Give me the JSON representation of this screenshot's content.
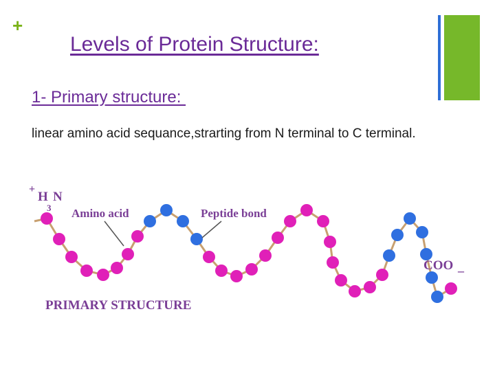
{
  "slide": {
    "title": "Levels of Protein Structure:",
    "subtitle": "1- Primary structure: ",
    "body": "linear amino acid sequance,strarting from N terminal to C terminal.",
    "plus_symbol": "+",
    "colors": {
      "title": "#6a2a97",
      "accent_green": "#76b82a",
      "accent_blue": "#2f6fd6"
    }
  },
  "diagram": {
    "n_terminus": {
      "charge": "+",
      "main": "H",
      "subscript": "3",
      "letter": "N"
    },
    "c_terminus": {
      "main": "COO",
      "charge": "–"
    },
    "labels": {
      "amino_acid": "Amino acid",
      "peptide_bond": "Peptide bond",
      "caption": "PRIMARY STRUCTURE"
    },
    "colors": {
      "residue_magenta": "#e020b8",
      "residue_blue": "#2f6fe0",
      "bond": "#c8a070",
      "label": "#7a3e96"
    }
  }
}
